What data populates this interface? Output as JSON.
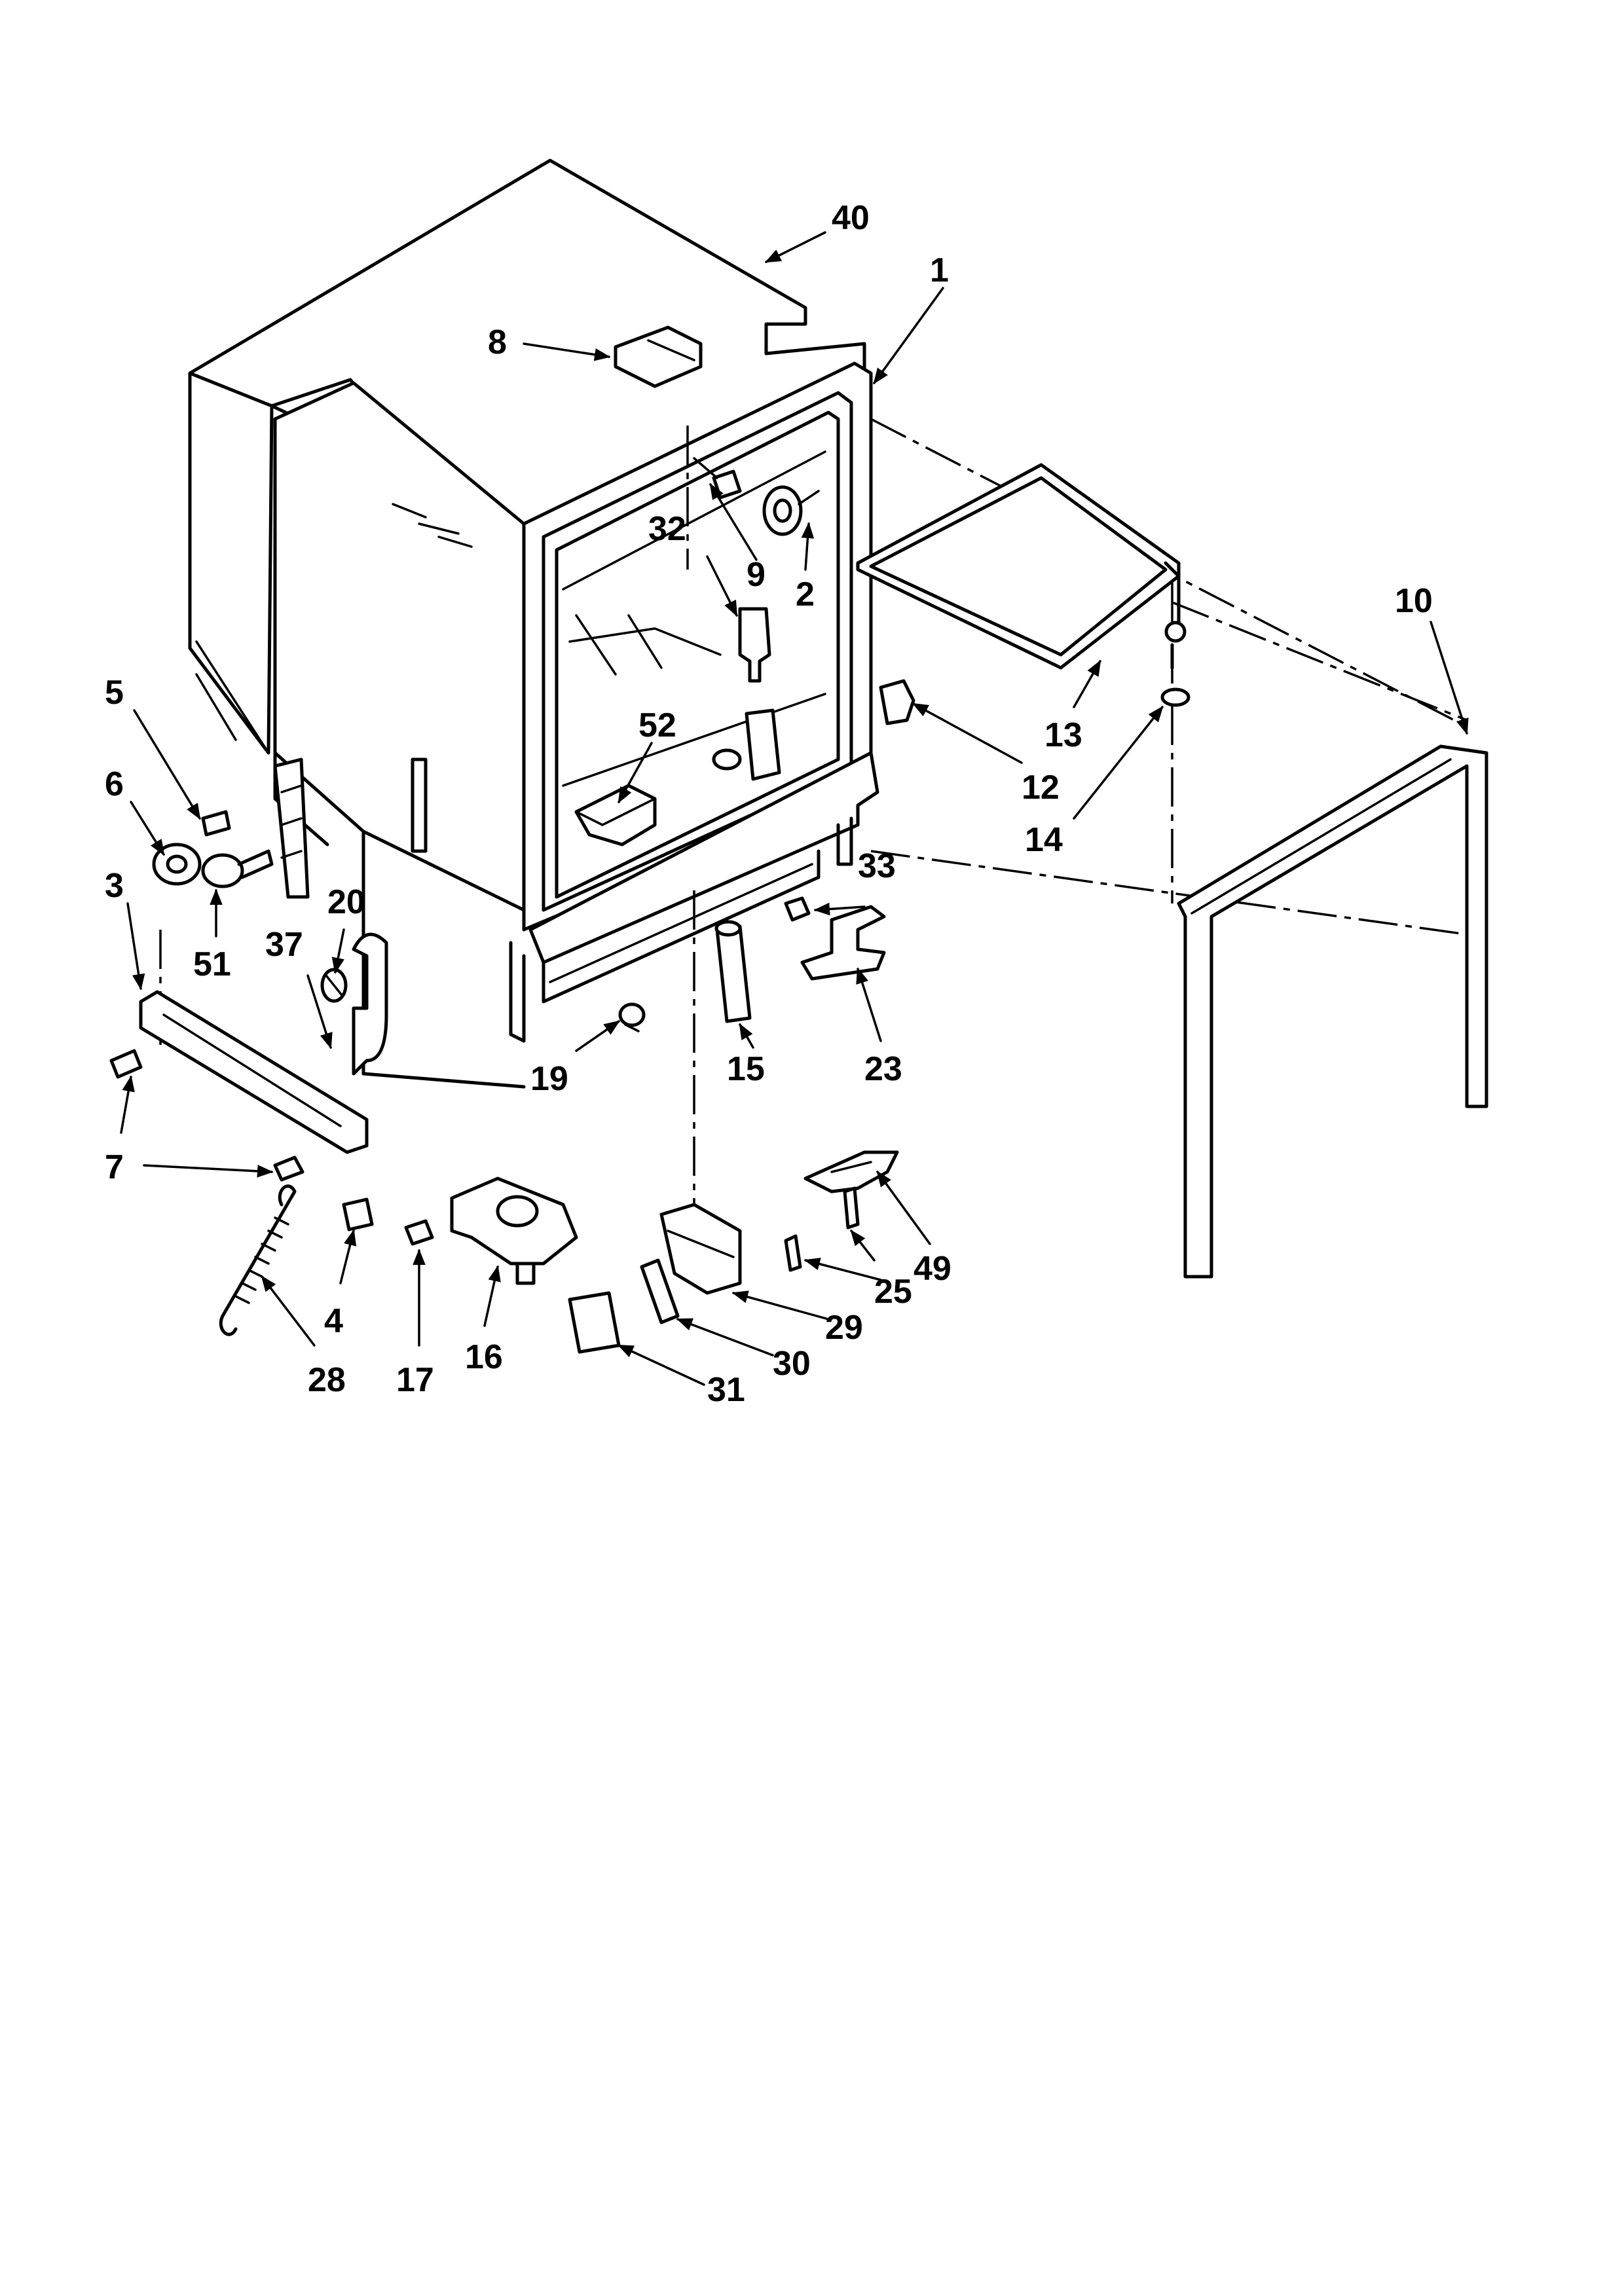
{
  "callouts": [
    {
      "id": "c40",
      "text": "40"
    },
    {
      "id": "c1",
      "text": "1"
    },
    {
      "id": "c8",
      "text": "8"
    },
    {
      "id": "c32",
      "text": "32"
    },
    {
      "id": "c9",
      "text": "9"
    },
    {
      "id": "c2",
      "text": "2"
    },
    {
      "id": "c10",
      "text": "10"
    },
    {
      "id": "c13",
      "text": "13"
    },
    {
      "id": "c12",
      "text": "12"
    },
    {
      "id": "c14",
      "text": "14"
    },
    {
      "id": "c5",
      "text": "5"
    },
    {
      "id": "c6",
      "text": "6"
    },
    {
      "id": "c3",
      "text": "3"
    },
    {
      "id": "c51",
      "text": "51"
    },
    {
      "id": "c52",
      "text": "52"
    },
    {
      "id": "c20",
      "text": "20"
    },
    {
      "id": "c37",
      "text": "37"
    },
    {
      "id": "c33",
      "text": "33"
    },
    {
      "id": "c15",
      "text": "15"
    },
    {
      "id": "c23",
      "text": "23"
    },
    {
      "id": "c19",
      "text": "19"
    },
    {
      "id": "c7a",
      "text": "7"
    },
    {
      "id": "c7b",
      "text": "7"
    },
    {
      "id": "c49",
      "text": "49"
    },
    {
      "id": "c25",
      "text": "25"
    },
    {
      "id": "c29",
      "text": "29"
    },
    {
      "id": "c30",
      "text": "30"
    },
    {
      "id": "c31",
      "text": "31"
    },
    {
      "id": "c4",
      "text": "4"
    },
    {
      "id": "c28",
      "text": "28"
    },
    {
      "id": "c17",
      "text": "17"
    },
    {
      "id": "c16",
      "text": "16"
    }
  ]
}
